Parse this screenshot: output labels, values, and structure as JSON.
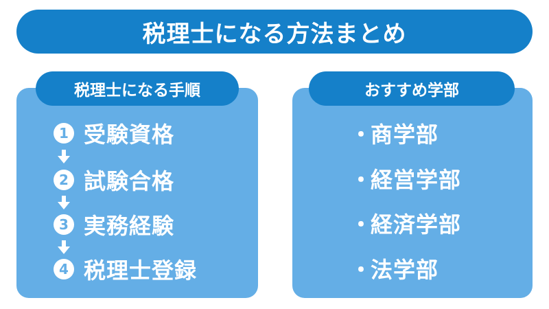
{
  "title": "税理士になる方法まとめ",
  "steps_panel": {
    "heading": "税理士になる手順",
    "steps": [
      {
        "number": "1",
        "label": "受験資格"
      },
      {
        "number": "2",
        "label": "試験合格"
      },
      {
        "number": "3",
        "label": "実務経験"
      },
      {
        "number": "4",
        "label": "税理士登録"
      }
    ],
    "arrow_icon": "down-arrow-icon"
  },
  "faculty_panel": {
    "heading": "おすすめ学部",
    "bullet": "・",
    "items": [
      "商学部",
      "経営学部",
      "経済学部",
      "法学部"
    ]
  },
  "colors": {
    "dark_blue": "#1580c9",
    "light_blue": "#64aee6",
    "text": "#ffffff"
  }
}
